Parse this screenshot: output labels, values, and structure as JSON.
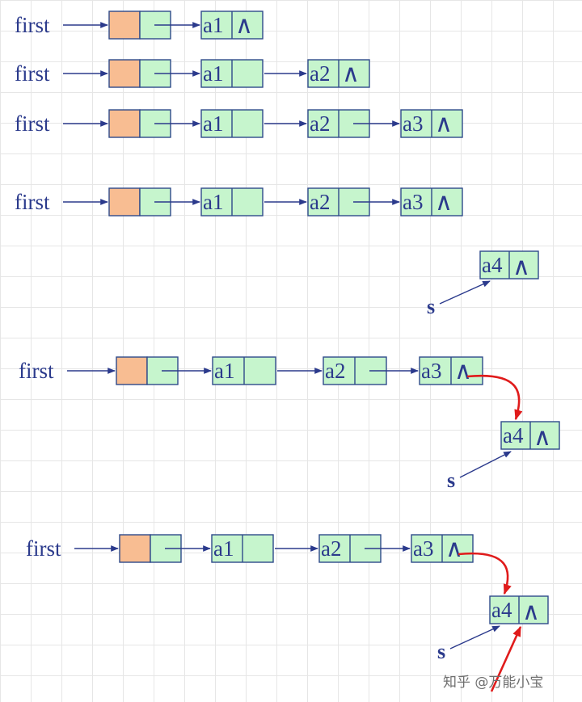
{
  "labels": {
    "first": "first",
    "s": "s",
    "a1": "a1",
    "a2": "a2",
    "a3": "a3",
    "a4": "a4",
    "nil": "∧"
  },
  "watermark": "知乎 @万能小宝",
  "colors": {
    "node_fill": "#c6f5cd",
    "head_fill": "#f8bd92",
    "border": "#2e4a8a",
    "text": "#2b3a8c",
    "new_link": "#e01b1b"
  },
  "steps": [
    {
      "nodes": [
        "a1"
      ]
    },
    {
      "nodes": [
        "a1",
        "a2"
      ]
    },
    {
      "nodes": [
        "a1",
        "a2",
        "a3"
      ]
    },
    {
      "nodes": [
        "a1",
        "a2",
        "a3"
      ],
      "new_node": "a4",
      "pointer": "s"
    },
    {
      "nodes": [
        "a1",
        "a2",
        "a3"
      ],
      "new_node": "a4",
      "pointer": "s",
      "linked": true
    },
    {
      "nodes": [
        "a1",
        "a2",
        "a3"
      ],
      "new_node": "a4",
      "pointer": "s",
      "linked": true,
      "extra_arrow": true
    }
  ]
}
